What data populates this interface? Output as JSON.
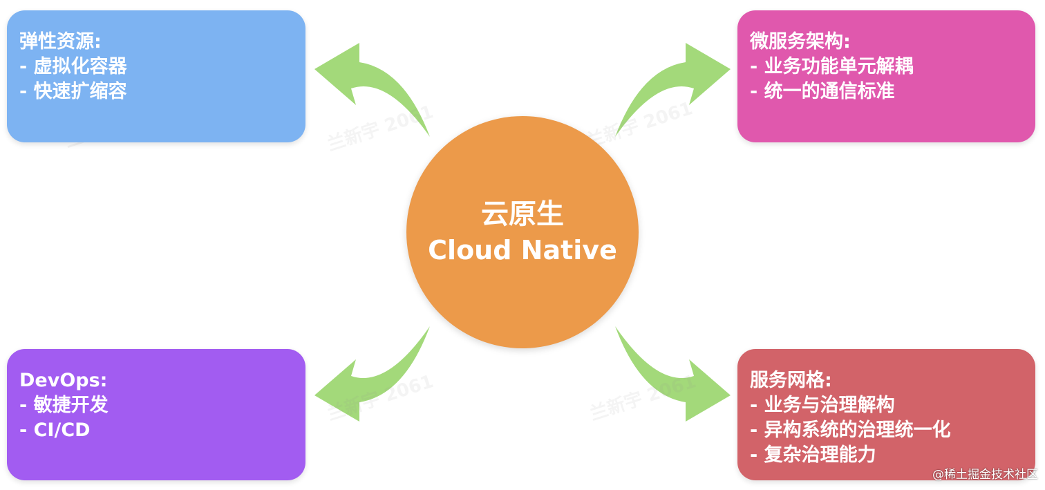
{
  "center": {
    "title_cn": "云原生",
    "title_en": "Cloud Native",
    "color": "#ec9a4a"
  },
  "boxes": {
    "top_left": {
      "heading": "弹性资源:",
      "items": [
        "- 虚拟化容器",
        "- 快速扩缩容"
      ],
      "color": "#7db3f2"
    },
    "top_right": {
      "heading": "微服务架构:",
      "items": [
        "- 业务功能单元解耦",
        "- 统一的通信标准"
      ],
      "color": "#e058ad"
    },
    "bottom_left": {
      "heading": "DevOps:",
      "items": [
        "- 敏捷开发",
        "- CI/CD"
      ],
      "color": "#a25cf1"
    },
    "bottom_right": {
      "heading": "服务网格:",
      "items": [
        "- 业务与治理解构",
        "- 异构系统的治理统一化",
        "- 复杂治理能力"
      ],
      "color": "#d26369"
    }
  },
  "arrows": {
    "color": "#a3d97a",
    "icon": "curved-arrow-icon"
  },
  "watermark": {
    "text": "兰新宇 2061"
  },
  "footer": {
    "credit": "@稀土掘金技术社区"
  }
}
